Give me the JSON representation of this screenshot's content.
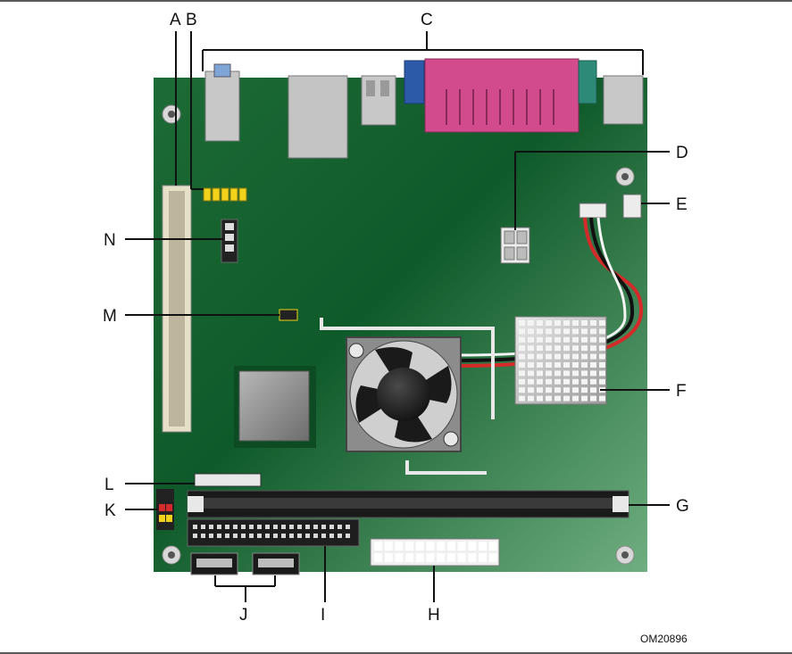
{
  "figure": {
    "code": "OM20896",
    "callouts": {
      "A": "A",
      "B": "B",
      "C": "C",
      "D": "D",
      "E": "E",
      "F": "F",
      "G": "G",
      "H": "H",
      "I": "I",
      "J": "J",
      "K": "K",
      "L": "L",
      "M": "M",
      "N": "N"
    }
  },
  "colors": {
    "board_dark": "#0f5a2a",
    "board_light": "#5aa06e",
    "connector_gray": "#c9c9c9",
    "parallel_port": "#d24b8c",
    "serial_port": "#2c5aa8",
    "header_yellow": "#f2d21a",
    "cable_red": "#d42a2a"
  }
}
